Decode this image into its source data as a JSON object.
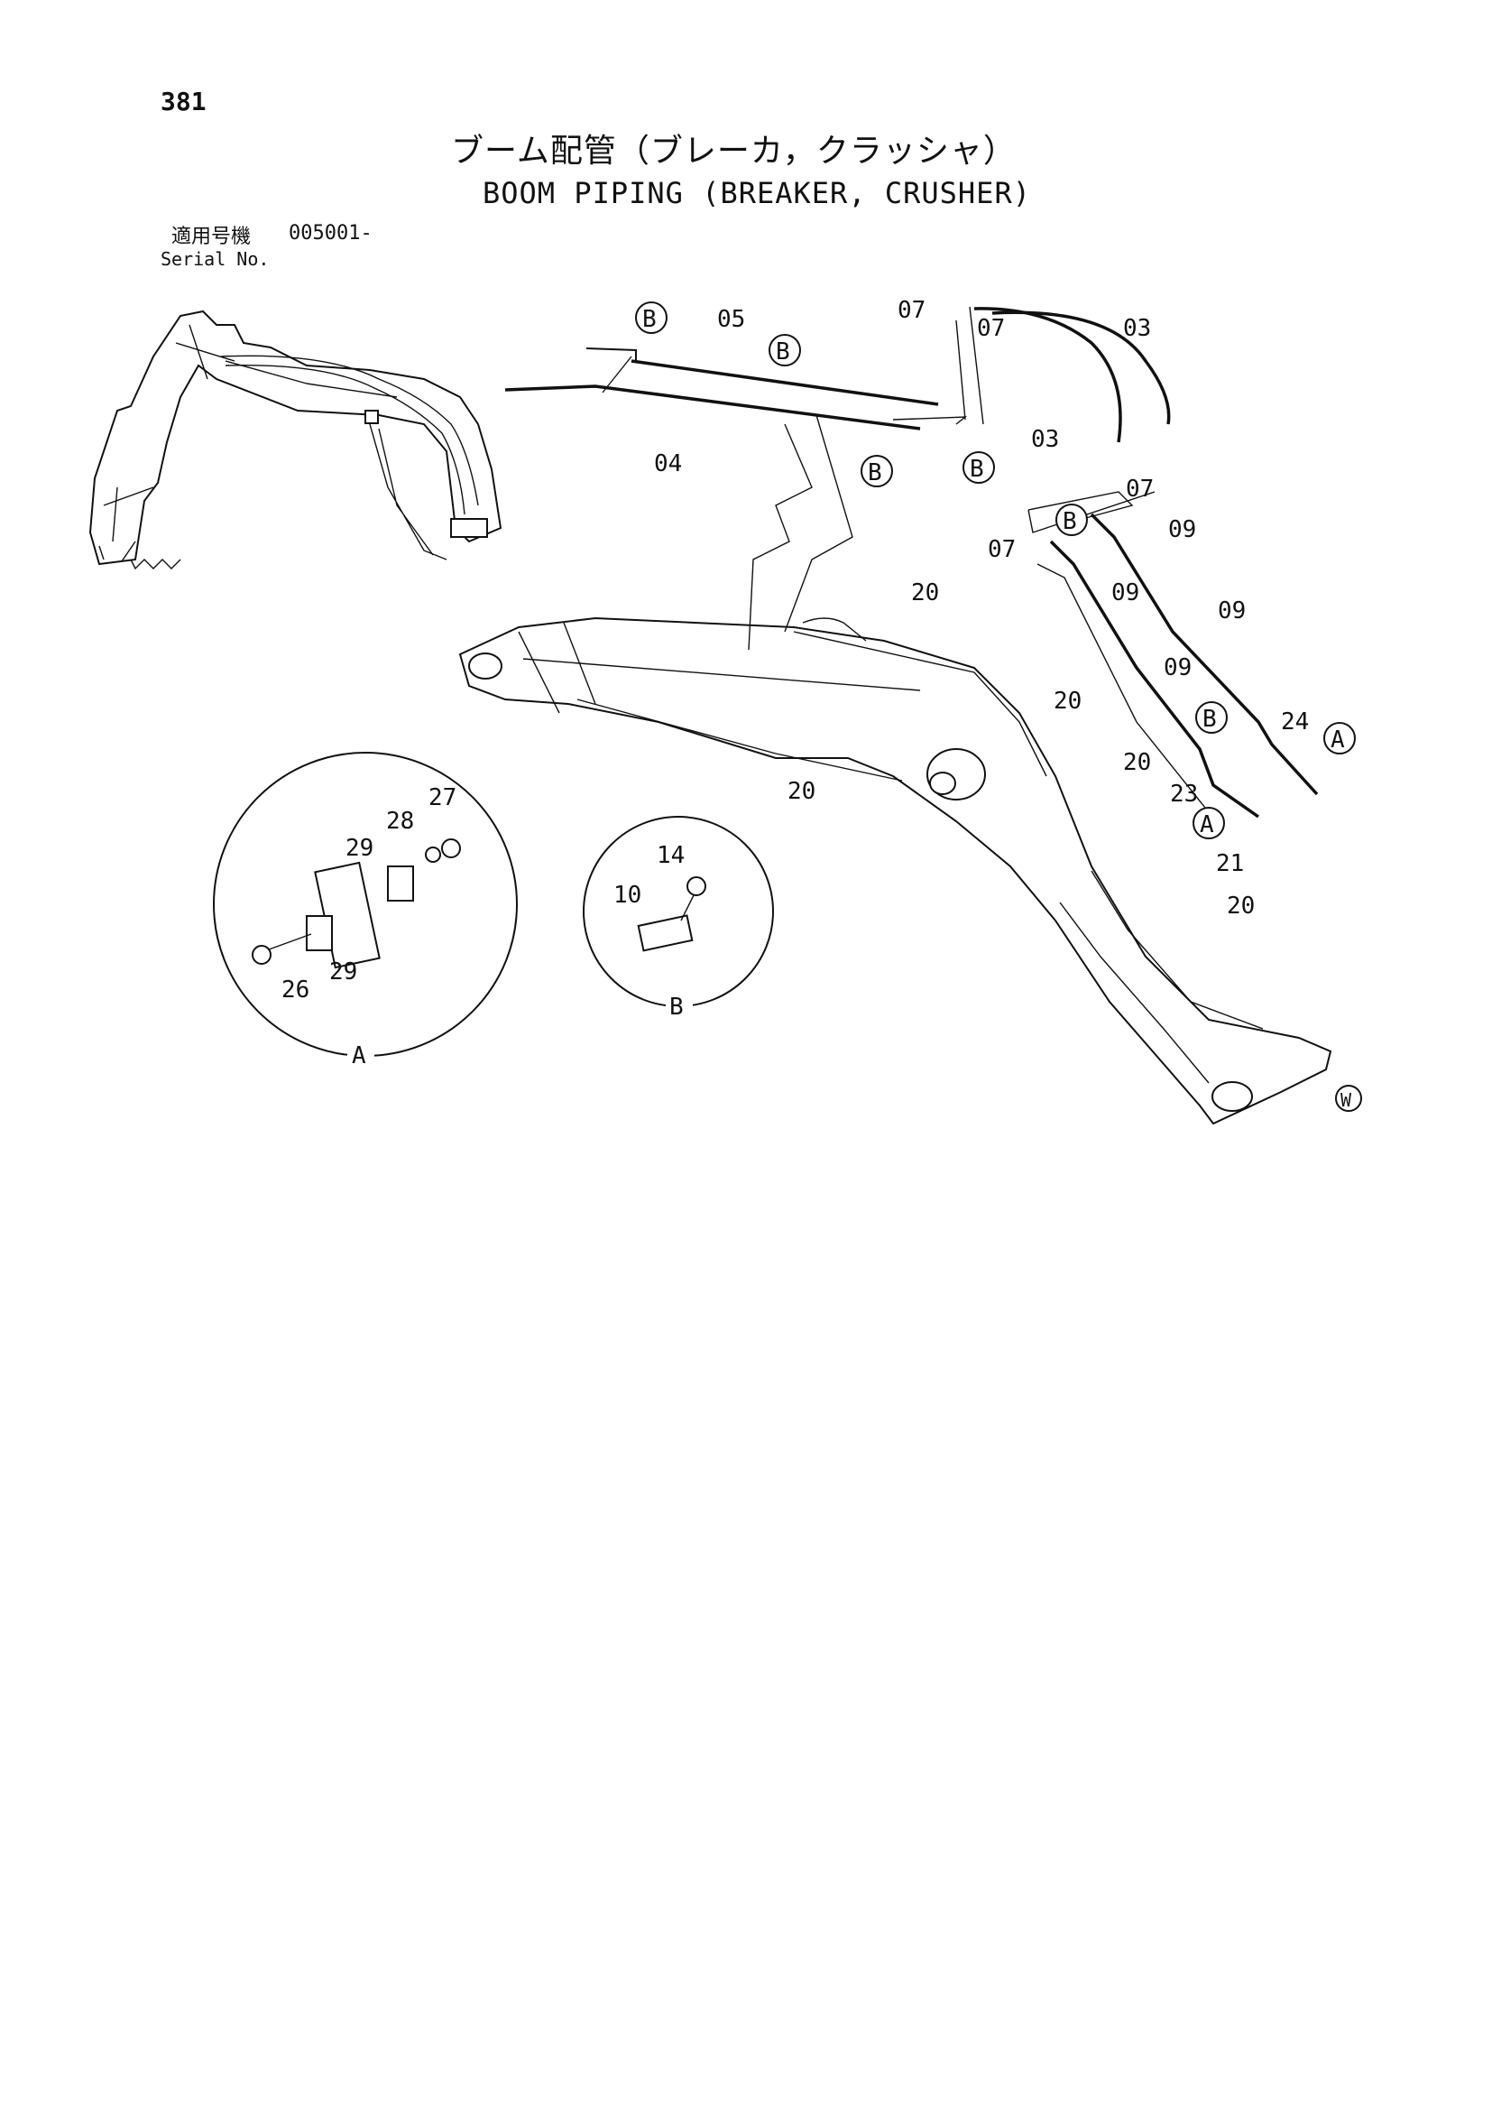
{
  "page_number": "381",
  "title_jp": "ブーム配管（ブレーカ，クラッシャ）",
  "title_en": "BOOM PIPING (BREAKER, CRUSHER)",
  "serial": {
    "label_jp": "適用号機",
    "number": "005001-",
    "label_en": "Serial No."
  },
  "callouts": {
    "c05": "05",
    "c04": "04",
    "c07a": "07",
    "c07b": "07",
    "c03a": "03",
    "c03b": "03",
    "c07c": "07",
    "c07d": "07",
    "c09a": "09",
    "c09b": "09",
    "c09c": "09",
    "c09d": "09",
    "c20a": "20",
    "c20b": "20",
    "c20c": "20",
    "c20d": "20",
    "c20e": "20",
    "c24": "24",
    "c23": "23",
    "c21": "21",
    "c27": "27",
    "c28": "28",
    "c29a": "29",
    "c29b": "29",
    "c26": "26",
    "c14": "14",
    "c10": "10"
  },
  "markers": {
    "a": "A",
    "b": "B",
    "w": "W"
  },
  "detail_labels": {
    "detail_a": "A",
    "detail_b": "B"
  }
}
